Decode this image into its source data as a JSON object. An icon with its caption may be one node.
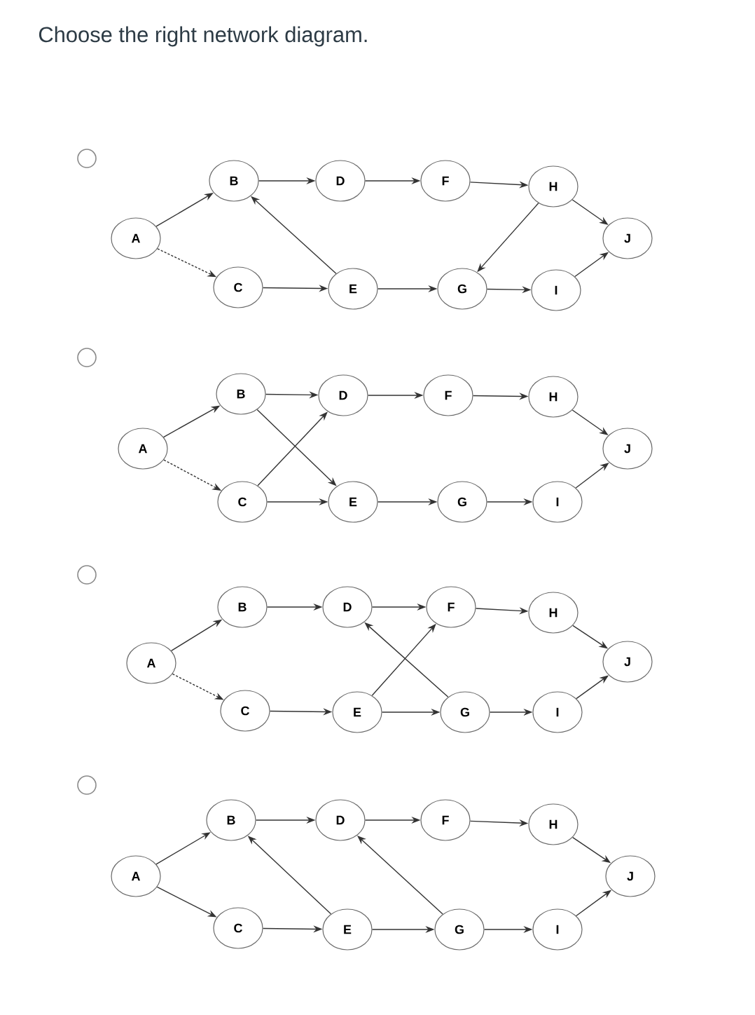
{
  "diagram": {
    "title": "Choose the right network diagram.",
    "nodes": [
      {
        "text": [
          "A"
        ]
      },
      {
        "text": [
          "B"
        ]
      },
      {
        "text": [
          "C"
        ]
      },
      {
        "text": [
          "D"
        ]
      },
      {
        "text": [
          "E"
        ]
      },
      {
        "text": [
          "F"
        ]
      },
      {
        "text": [
          "G"
        ]
      },
      {
        "text": [
          "H"
        ]
      },
      {
        "text": [
          "I"
        ]
      },
      {
        "text": [
          "J"
        ]
      },
      {
        "text": [
          "A"
        ]
      },
      {
        "text": [
          "B"
        ]
      },
      {
        "text": [
          "C"
        ]
      },
      {
        "text": [
          "D"
        ]
      },
      {
        "text": [
          "E"
        ]
      },
      {
        "text": [
          "F"
        ]
      },
      {
        "text": [
          "G"
        ]
      },
      {
        "text": [
          "H"
        ]
      },
      {
        "text": [
          "I"
        ]
      },
      {
        "text": [
          "J"
        ]
      },
      {
        "text": [
          "A"
        ]
      },
      {
        "text": [
          "B"
        ]
      },
      {
        "text": [
          "C"
        ]
      },
      {
        "text": [
          "D"
        ]
      },
      {
        "text": [
          "E"
        ]
      },
      {
        "text": [
          "F"
        ]
      },
      {
        "text": [
          "G"
        ]
      },
      {
        "text": [
          "H"
        ]
      },
      {
        "text": [
          "I"
        ]
      },
      {
        "text": [
          "J"
        ]
      },
      {
        "text": [
          "A"
        ]
      },
      {
        "text": [
          "B"
        ]
      },
      {
        "text": [
          "C"
        ]
      },
      {
        "text": [
          "D"
        ]
      },
      {
        "text": [
          "E"
        ]
      },
      {
        "text": [
          "F"
        ]
      },
      {
        "text": [
          "G"
        ]
      },
      {
        "text": [
          "H"
        ]
      },
      {
        "text": [
          "I"
        ]
      },
      {
        "text": [
          "J"
        ]
      }
    ],
    "edges": [
      {
        "from": 0,
        "to": 1,
        "arrow": "to"
      },
      {
        "from": 0,
        "to": 2,
        "arrow": "to",
        "style": "dashed"
      },
      {
        "from": 1,
        "to": 3,
        "arrow": "to"
      },
      {
        "from": 3,
        "to": 5,
        "arrow": "to"
      },
      {
        "from": 5,
        "to": 7,
        "arrow": "to"
      },
      {
        "from": 7,
        "to": 9,
        "arrow": "to"
      },
      {
        "from": 2,
        "to": 4,
        "arrow": "to"
      },
      {
        "from": 4,
        "to": 1,
        "arrow": "to"
      },
      {
        "from": 4,
        "to": 6,
        "arrow": "to"
      },
      {
        "from": 7,
        "to": 6,
        "arrow": "to"
      },
      {
        "from": 6,
        "to": 8,
        "arrow": "to"
      },
      {
        "from": 8,
        "to": 9,
        "arrow": "to"
      },
      {
        "from": 10,
        "to": 11,
        "arrow": "to"
      },
      {
        "from": 10,
        "to": 12,
        "arrow": "to",
        "style": "dashed"
      },
      {
        "from": 11,
        "to": 13,
        "arrow": "to"
      },
      {
        "from": 11,
        "to": 14,
        "arrow": "to"
      },
      {
        "from": 12,
        "to": 13,
        "arrow": "to"
      },
      {
        "from": 12,
        "to": 14,
        "arrow": "to"
      },
      {
        "from": 13,
        "to": 15,
        "arrow": "to"
      },
      {
        "from": 15,
        "to": 17,
        "arrow": "to"
      },
      {
        "from": 17,
        "to": 19,
        "arrow": "to"
      },
      {
        "from": 14,
        "to": 16,
        "arrow": "to"
      },
      {
        "from": 16,
        "to": 18,
        "arrow": "to"
      },
      {
        "from": 18,
        "to": 19,
        "arrow": "to"
      },
      {
        "from": 20,
        "to": 21,
        "arrow": "to"
      },
      {
        "from": 20,
        "to": 22,
        "arrow": "to",
        "style": "dashed"
      },
      {
        "from": 21,
        "to": 23,
        "arrow": "to"
      },
      {
        "from": 23,
        "to": 25,
        "arrow": "to"
      },
      {
        "from": 25,
        "to": 27,
        "arrow": "to"
      },
      {
        "from": 27,
        "to": 29,
        "arrow": "to"
      },
      {
        "from": 22,
        "to": 24,
        "arrow": "to"
      },
      {
        "from": 24,
        "to": 25,
        "arrow": "to"
      },
      {
        "from": 24,
        "to": 26,
        "arrow": "to"
      },
      {
        "from": 26,
        "to": 23,
        "arrow": "to"
      },
      {
        "from": 26,
        "to": 28,
        "arrow": "to"
      },
      {
        "from": 28,
        "to": 29,
        "arrow": "to"
      },
      {
        "from": 30,
        "to": 31,
        "arrow": "to"
      },
      {
        "from": 30,
        "to": 32,
        "arrow": "to"
      },
      {
        "from": 31,
        "to": 33,
        "arrow": "to"
      },
      {
        "from": 33,
        "to": 35,
        "arrow": "to"
      },
      {
        "from": 35,
        "to": 37,
        "arrow": "to"
      },
      {
        "from": 37,
        "to": 39,
        "arrow": "to"
      },
      {
        "from": 32,
        "to": 34,
        "arrow": "to"
      },
      {
        "from": 34,
        "to": 31,
        "arrow": "to"
      },
      {
        "from": 34,
        "to": 36,
        "arrow": "to"
      },
      {
        "from": 36,
        "to": 33,
        "arrow": "to"
      },
      {
        "from": 36,
        "to": 38,
        "arrow": "to"
      },
      {
        "from": 38,
        "to": 39,
        "arrow": "to"
      }
    ]
  }
}
